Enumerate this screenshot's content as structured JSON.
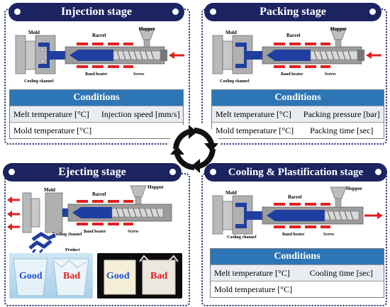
{
  "panels": {
    "injection": {
      "title": "Injection stage",
      "conditions_header": "Conditions",
      "rows": [
        [
          "Melt temperature [°C]",
          "Injection speed [mm/s]"
        ],
        [
          "Mold temperature [°C]",
          ""
        ]
      ]
    },
    "packing": {
      "title": "Packing stage",
      "conditions_header": "Conditions",
      "rows": [
        [
          "Melt temperature [°C]",
          "Packing pressure [bar]"
        ],
        [
          "Mold temperature [°C]",
          "Packing time [sec]"
        ]
      ]
    },
    "ejecting": {
      "title": "Ejecting stage",
      "product_label": "Product",
      "photo1": {
        "good": "Good",
        "bad": "Bad"
      },
      "photo2": {
        "good": "Good",
        "bad": "Bad"
      }
    },
    "cooling": {
      "title": "Cooling & Plastification stage",
      "conditions_header": "Conditions",
      "rows": [
        [
          "Melt temperature [°C]",
          "Cooling time [sec]"
        ],
        [
          "Mold temperature [°C]",
          ""
        ]
      ]
    }
  },
  "machine_labels": {
    "mold": "Mold",
    "barrel": "Barrel",
    "hopper": "Hopper",
    "cooling_channel": "Cooling channel",
    "band_heater": "Band heater",
    "screw": "Screw"
  },
  "colors": {
    "banner": "#1b2460",
    "table_header": "#2e75b6",
    "melt": "#1f3fa0",
    "heater": "#e02020",
    "arrow": "#e02020",
    "good_text": "#1f4fd0",
    "bad_text": "#e02020"
  }
}
